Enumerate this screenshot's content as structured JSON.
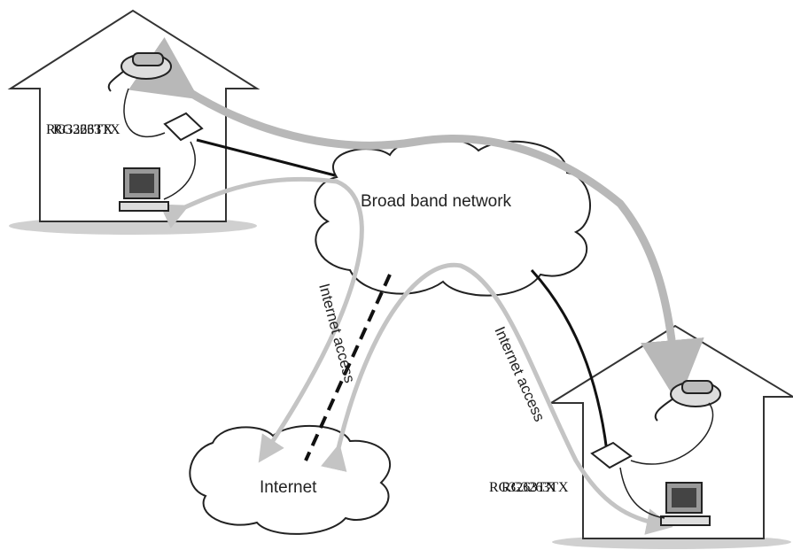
{
  "labels": {
    "broadband_network": "Broad band network",
    "internet": "Internet",
    "internet_access_left": "Internet access",
    "internet_access_right": "Internet access",
    "device_left": "RG3263TX",
    "device_left_overlap": "RG3263TX",
    "device_right": "RG3263TX",
    "device_right_overlap": "RG3263TX"
  },
  "colors": {
    "house_stroke": "#333333",
    "house_shadow": "#d0d0d0",
    "cloud_stroke": "#222222",
    "voice_path": "#b8b8b8",
    "data_path": "#c4c4c4",
    "wire": "#111111"
  }
}
